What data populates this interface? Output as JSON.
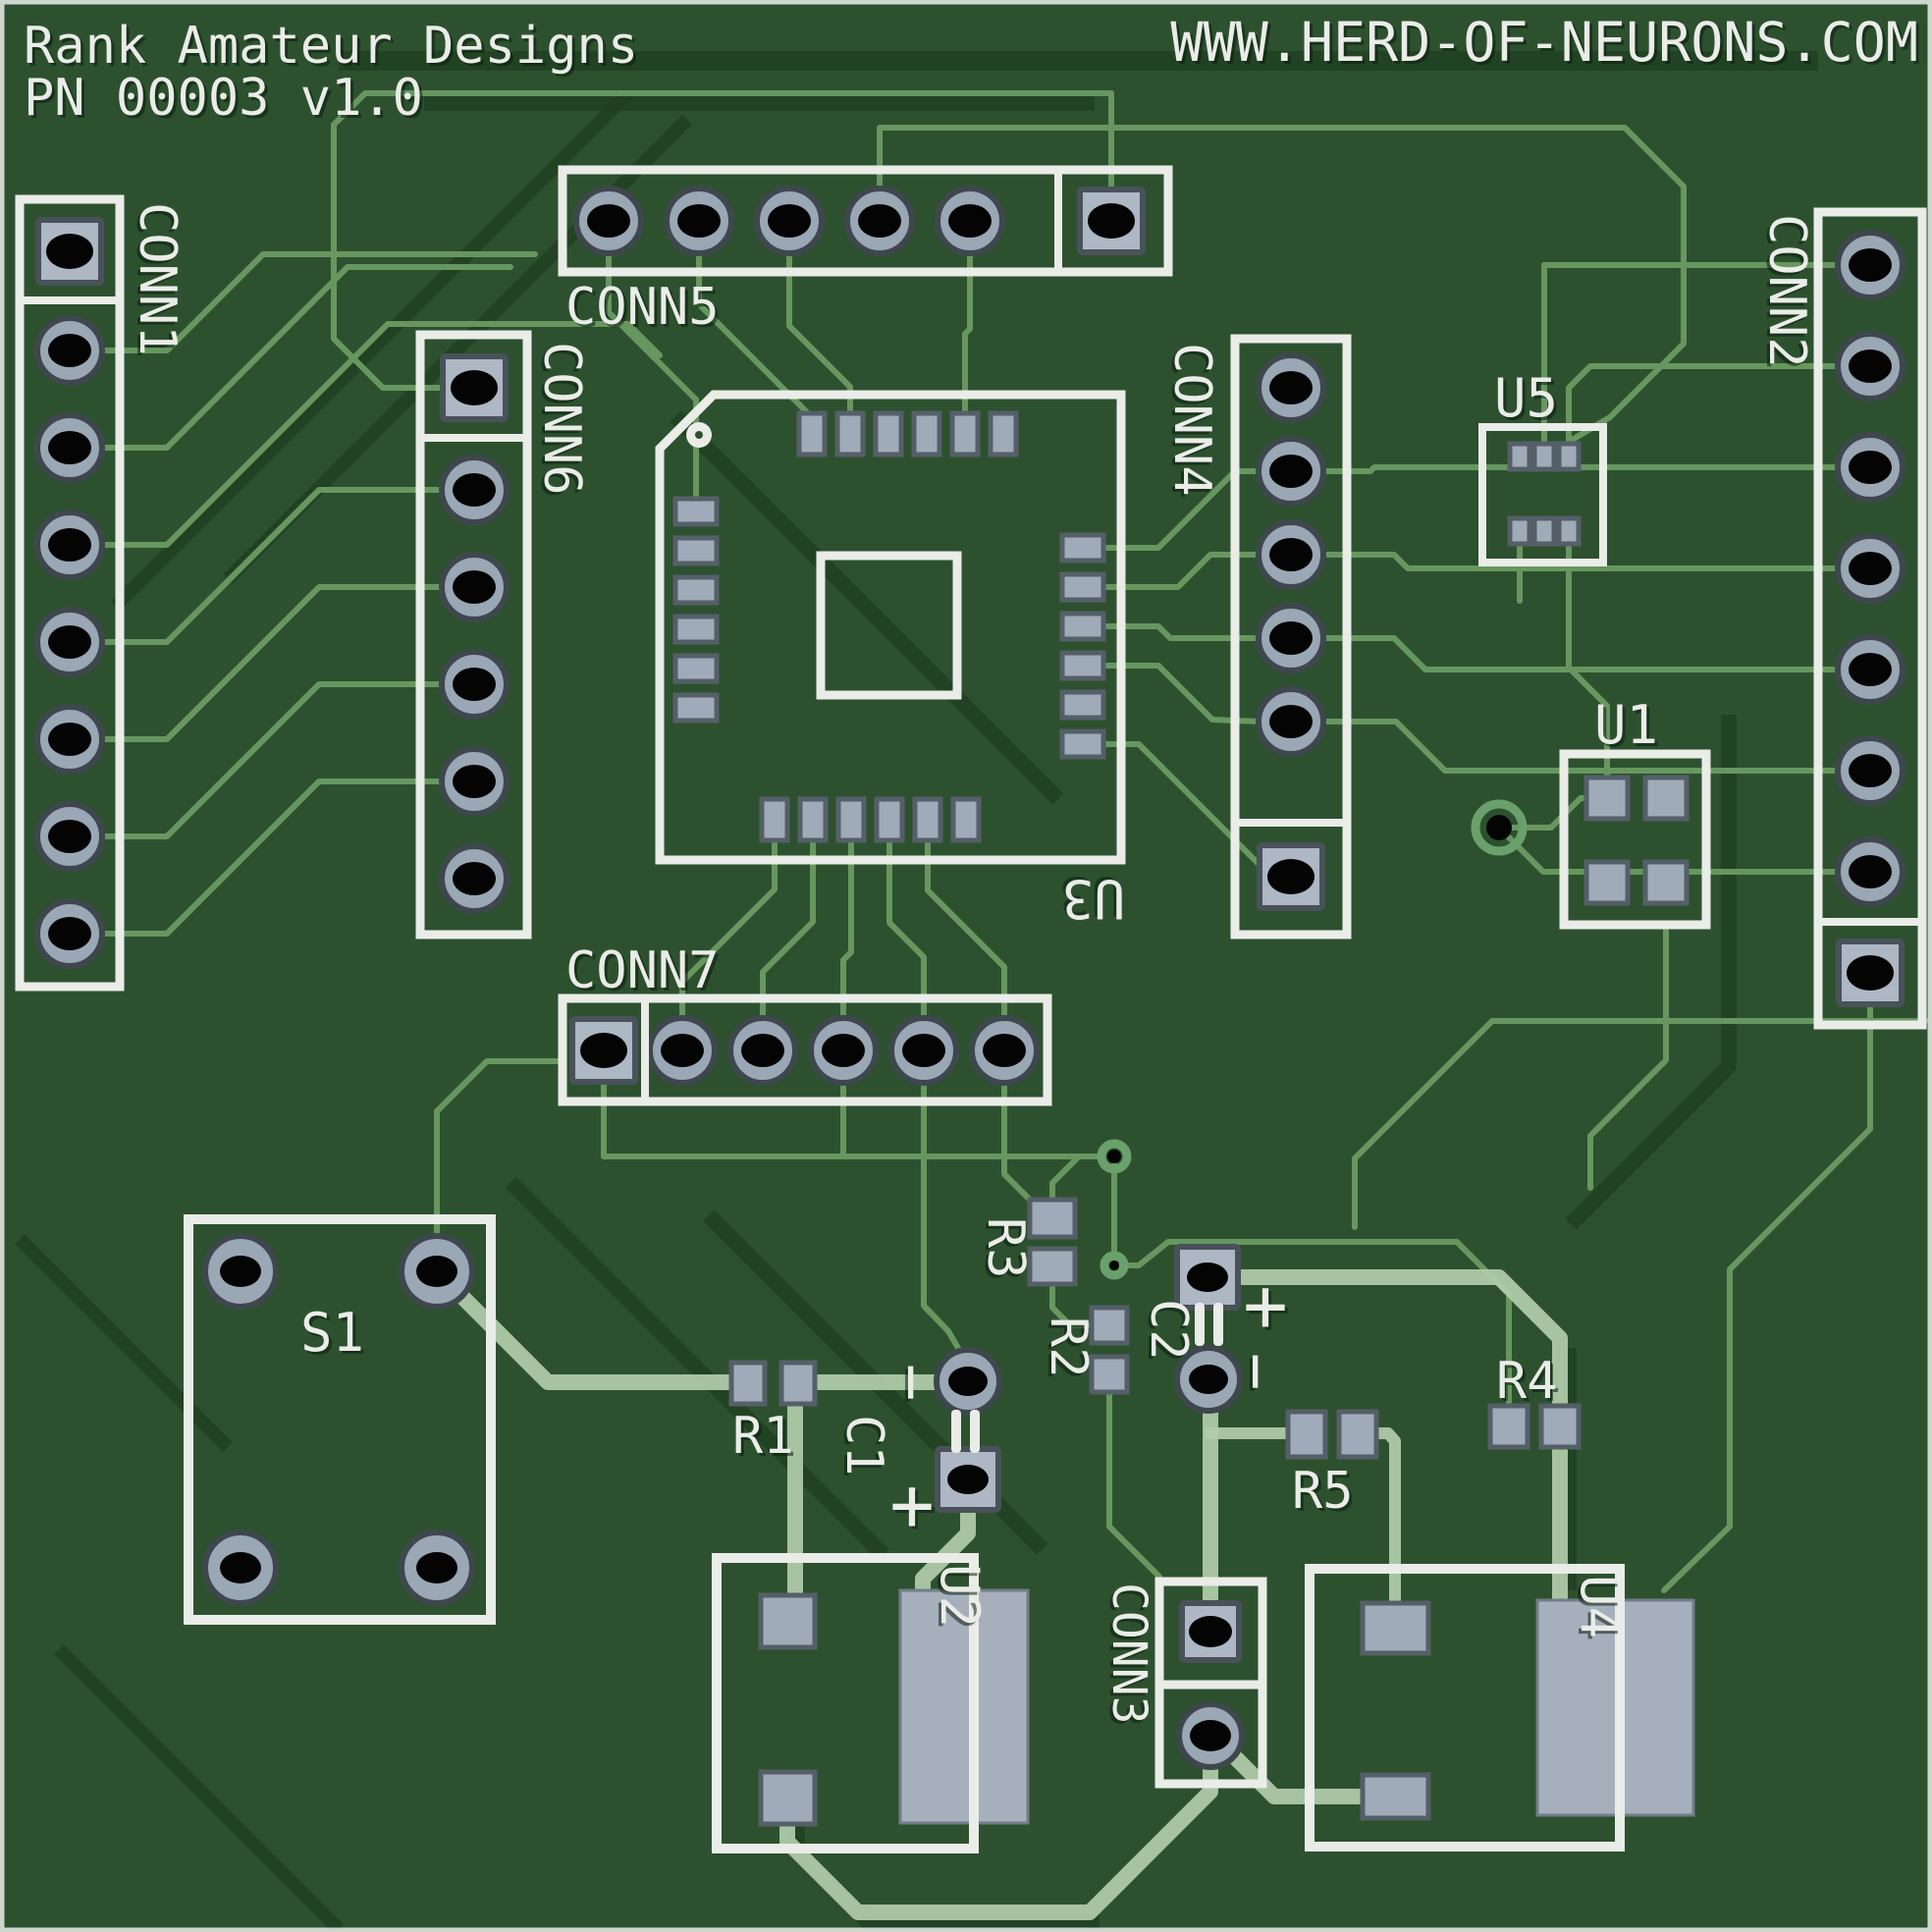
{
  "board": {
    "title_line1": "Rank Amateur Designs",
    "title_line2": "PN 00003 v1.0",
    "website": "WWW.HERD-OF-NEURONS.COM"
  },
  "colors": {
    "substrate": "#2d512f",
    "trace": "#67975f",
    "highlighted_trace": "#b2cdab",
    "trace_shadow": "#1e3e1f",
    "silkscreen": "#eaece8",
    "pad": "#a0adbb",
    "hole": "#040404"
  },
  "designators": {
    "conn1": "CONN1",
    "conn2": "CONN2",
    "conn3": "CONN3",
    "conn4": "CONN4",
    "conn5": "CONN5",
    "conn6": "CONN6",
    "conn7": "CONN7",
    "u1": "U1",
    "u2": "U2",
    "u3": "U3",
    "u4": "U4",
    "u5": "U5",
    "s1": "S1",
    "r1": "R1",
    "r2": "R2",
    "r3": "R3",
    "r4": "R4",
    "r5": "R5",
    "c1": "C1",
    "c2": "C2",
    "c1_plus": "+",
    "c1_minus": "−",
    "c2_plus": "+",
    "c2_minus": "−"
  }
}
